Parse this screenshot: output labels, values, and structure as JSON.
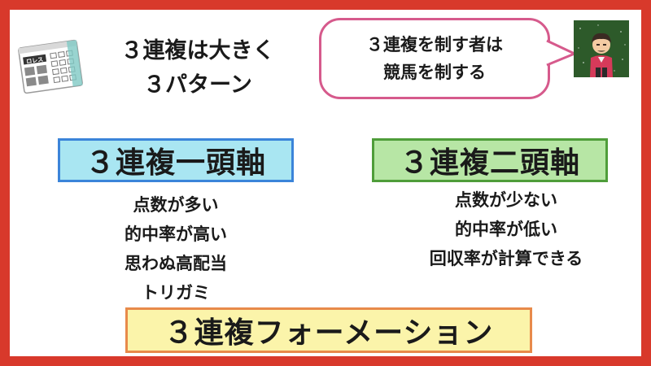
{
  "title": {
    "line1": "３連複は大きく",
    "line2": "３パターン"
  },
  "speech_bubble": {
    "line1": "３連複を制す者は",
    "line2": "競馬を制する"
  },
  "ticket_icon": {
    "name": "betting-ticket-icon",
    "label": "ロレス"
  },
  "avatar": {
    "name": "character-avatar",
    "background": "#2d5a2a"
  },
  "patterns": {
    "single_axis": {
      "label": "３連複一頭軸",
      "points": [
        "点数が多い",
        "的中率が高い",
        "思わぬ高配当",
        "トリガミ"
      ]
    },
    "double_axis": {
      "label": "３連複二頭軸",
      "points": [
        "点数が少ない",
        "的中率が低い",
        "回収率が計算できる"
      ]
    },
    "formation": {
      "label": "３連複フォーメーション"
    }
  },
  "colors": {
    "frame": "#d8392b",
    "blue_fill": "#a9e6f2",
    "blue_border": "#3b84d9",
    "green_fill": "#b7e6a5",
    "green_border": "#4f9d3a",
    "yellow_fill": "#fbf4aa",
    "yellow_border": "#e88a4a",
    "bubble_border": "#d65a8c"
  }
}
